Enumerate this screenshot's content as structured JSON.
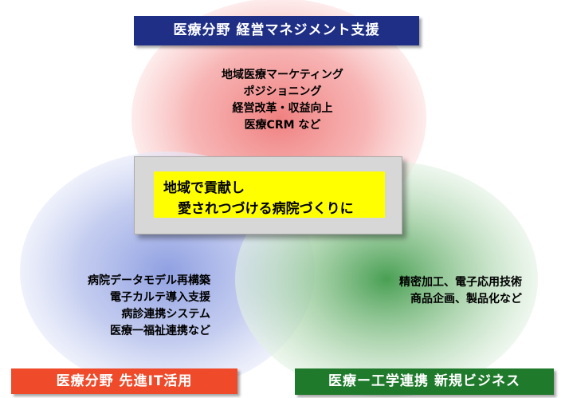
{
  "colors": {
    "top_title_bg": "#1f2f86",
    "left_title_bg": "#ef4a2a",
    "right_title_bg": "#1f7a2c",
    "center_highlight": "#ffff00",
    "top_circle": "#f08080",
    "left_circle": "#8a9be0",
    "right_circle": "#3f9a4a"
  },
  "top_section": {
    "title": "医療分野 経営マネジメント支援",
    "items": [
      "地域医療マーケティング",
      "ポジショニング",
      "経営改革・収益向上",
      "医療CRM など"
    ]
  },
  "left_section": {
    "title": "医療分野 先進IT活用",
    "items": [
      "病院データモデル再構築",
      "電子カルテ導入支援",
      "病診連携システム",
      "医療一福祉連携など"
    ]
  },
  "right_section": {
    "title": "医療ー工学連携 新規ビジネス",
    "items": [
      "精密加工、電子応用技術",
      "商品企画、製品化など"
    ]
  },
  "center": {
    "line1": "地域で貢献し",
    "line2": "愛されつづける病院づくりに"
  }
}
